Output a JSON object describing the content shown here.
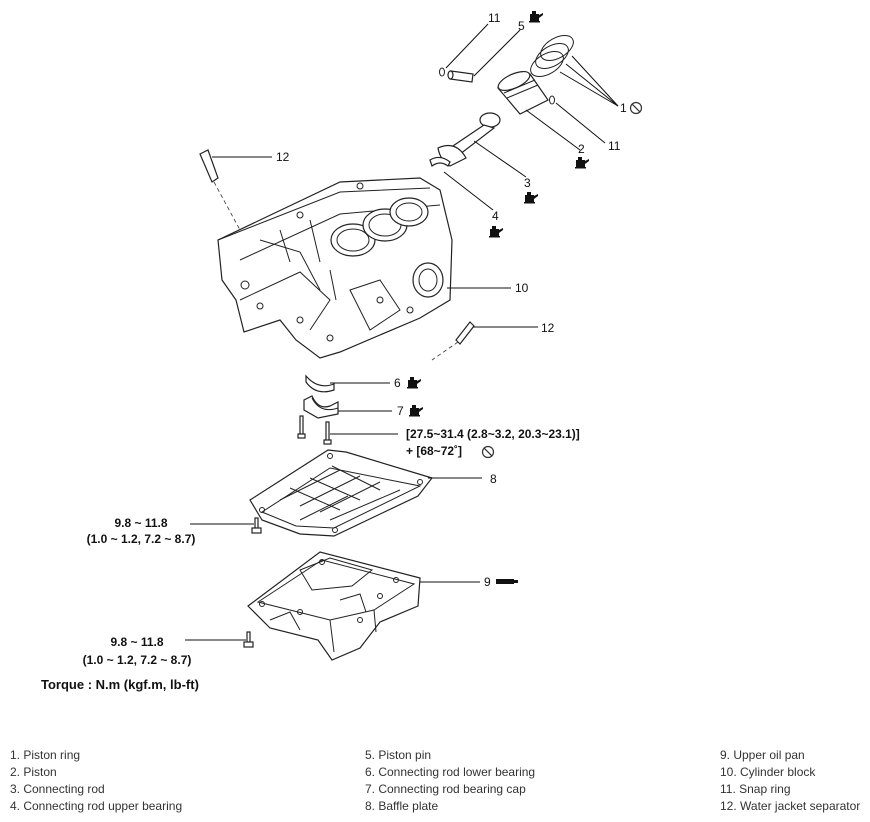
{
  "callouts": {
    "c1": "1",
    "c2": "2",
    "c3": "3",
    "c4": "4",
    "c5": "5",
    "c6": "6",
    "c7": "7",
    "c8": "8",
    "c9": "9",
    "c10": "10",
    "c11a": "11",
    "c11b": "11",
    "c12a": "12",
    "c12b": "12"
  },
  "specs": {
    "bolt_torque_line1": "[27.5~31.4 (2.8~3.2, 20.3~23.1)]",
    "bolt_torque_line2": "+ [68~72˚]",
    "baffle_torque_line1": "9.8 ~ 11.8",
    "baffle_torque_line2": "(1.0 ~ 1.2, 7.2 ~ 8.7)",
    "oilpan_torque_line1": "9.8 ~ 11.8",
    "oilpan_torque_line2": "(1.0 ~ 1.2, 7.2 ~ 8.7)",
    "torque_unit": "Torque : N.m (kgf.m, lb-ft)"
  },
  "legend": [
    [
      "1. Piston ring",
      "2. Piston",
      "3. Connecting rod",
      "4. Connecting rod upper bearing"
    ],
    [
      "5. Piston pin",
      "6. Connecting rod lower bearing",
      "7. Connecting rod bearing cap",
      "8. Baffle plate"
    ],
    [
      "9. Upper oil pan",
      "10. Cylinder block",
      "11. Snap ring",
      "12. Water jacket separator"
    ]
  ],
  "icons": [
    "oil-can-icon",
    "do-not-reuse-icon",
    "sealant-tube-icon"
  ]
}
